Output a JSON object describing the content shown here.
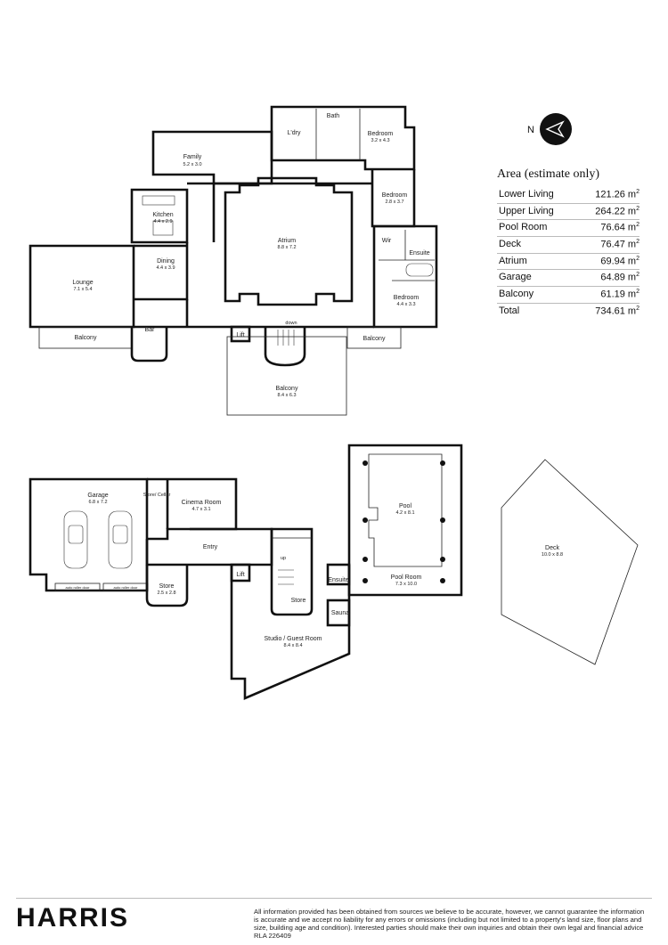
{
  "rooms": {
    "family": {
      "name": "Family",
      "dims": "5.2 x 3.0"
    },
    "laundry": {
      "name": "L'dry"
    },
    "bath": {
      "name": "Bath"
    },
    "bedroom1": {
      "name": "Bedroom",
      "dims": "3.2 x 4.3"
    },
    "bedroom2": {
      "name": "Bedroom",
      "dims": "2.8 x 3.7"
    },
    "kitchen": {
      "name": "Kitchen",
      "dims": "4.4 x 2.9"
    },
    "atrium": {
      "name": "Atrium",
      "dims": "8.8 x 7.2"
    },
    "wir": {
      "name": "Wir"
    },
    "ensuite_upper": {
      "name": "Ensuite"
    },
    "dining": {
      "name": "Dining",
      "dims": "4.4 x 3.9"
    },
    "lounge": {
      "name": "Lounge",
      "dims": "7.1 x 5.4"
    },
    "bedroom3": {
      "name": "Bedroom",
      "dims": "4.4 x 3.3"
    },
    "balcony_left": {
      "name": "Balcony"
    },
    "bar": {
      "name": "Bar"
    },
    "lift_upper": {
      "name": "Lift"
    },
    "balcony_right": {
      "name": "Balcony"
    },
    "balcony_main": {
      "name": "Balcony",
      "dims": "8.4 x 6.3"
    },
    "garage": {
      "name": "Garage",
      "dims": "6.8 x 7.2"
    },
    "store_cellar": {
      "name": "Store/\nCellar"
    },
    "cinema": {
      "name": "Cinema Room",
      "dims": "4.7 x 3.1"
    },
    "pool": {
      "name": "Pool",
      "dims": "4.2 x 8.1"
    },
    "deck": {
      "name": "Deck",
      "dims": "10.0 x 8.8"
    },
    "entry": {
      "name": "Entry"
    },
    "store_lower": {
      "name": "Store",
      "dims": "2.5 x 2.8"
    },
    "lift_lower": {
      "name": "Lift"
    },
    "store_stair": {
      "name": "Store"
    },
    "pool_room": {
      "name": "Pool Room",
      "dims": "7.3 x 10.0"
    },
    "ensuite_lower": {
      "name": "Ensuite"
    },
    "sauna": {
      "name": "Sauna"
    },
    "studio": {
      "name": "Studio / Guest Room",
      "dims": "8.4 x 8.4"
    }
  },
  "plan_notes": {
    "roller_door_1": "auto roller door",
    "roller_door_2": "auto roller door",
    "stair_down": "down",
    "stair_up": "up"
  },
  "compass": {
    "letter": "N"
  },
  "area": {
    "title": "Area (estimate only)",
    "rows": [
      {
        "label": "Lower Living",
        "value": "121.26 m",
        "sup": "2"
      },
      {
        "label": "Upper Living",
        "value": "264.22 m",
        "sup": "2"
      },
      {
        "label": "Pool Room",
        "value": "76.64 m",
        "sup": "2"
      },
      {
        "label": "Deck",
        "value": "76.47 m",
        "sup": "2"
      },
      {
        "label": "Atrium",
        "value": "69.94 m",
        "sup": "2"
      },
      {
        "label": "Garage",
        "value": "64.89 m",
        "sup": "2"
      },
      {
        "label": "Balcony",
        "value": "61.19 m",
        "sup": "2"
      },
      {
        "label": "Total",
        "value": "734.61 m",
        "sup": "2"
      }
    ]
  },
  "footer": {
    "logo": "HARRIS",
    "disclaimer": "All information provided has been obtained from sources we believe to be accurate, however, we cannot guarantee the information is accurate and we accept no liability for any errors or omissions (including but not limited to a property's land size, floor plans and size, building age and condition). Interested parties should make their own inquiries and obtain their own legal and financial advice RLA 226409"
  }
}
